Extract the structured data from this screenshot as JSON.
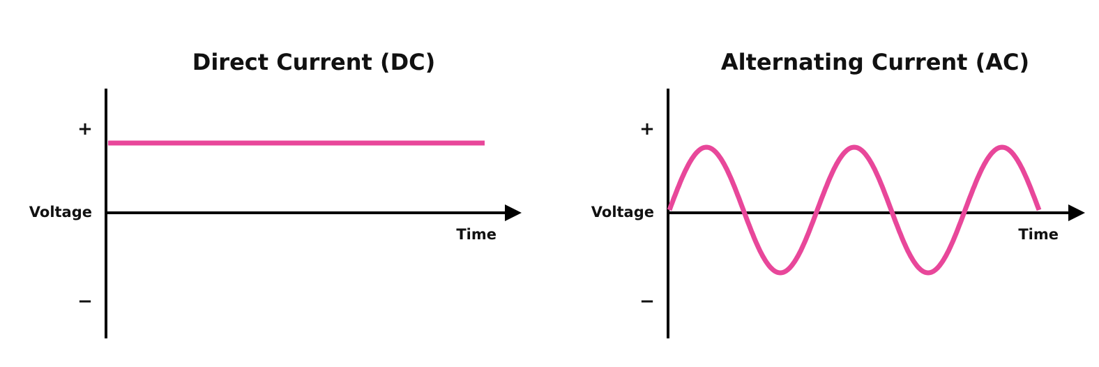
{
  "colors": {
    "signal": "#e8479a",
    "axis": "#000000"
  },
  "dc": {
    "title": "Direct Current (DC)",
    "plus": "+",
    "minus": "−",
    "ylabel": "Voltage",
    "xlabel": "Time",
    "level": 0.8
  },
  "ac": {
    "title": "Alternating Current (AC)",
    "plus": "+",
    "minus": "−",
    "ylabel": "Voltage",
    "xlabel": "Time",
    "amplitude": 0.72,
    "cycles": 2.5
  }
}
